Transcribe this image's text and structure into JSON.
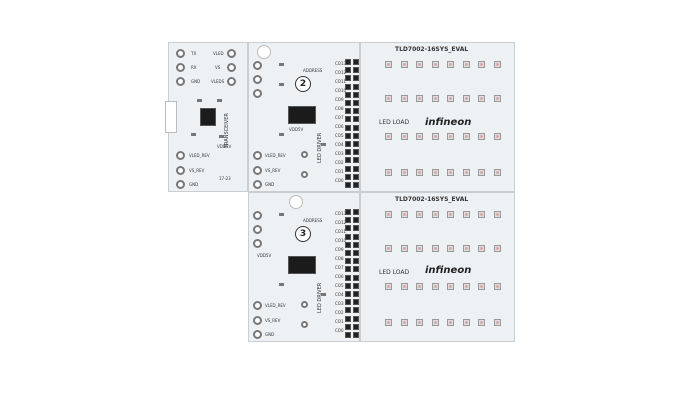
{
  "boards": {
    "adapter": {
      "labels": [
        "TRANSCEIVER",
        "VLED_REV",
        "VS_REV",
        "GND",
        "VDD5V",
        "TX",
        "RX",
        "GND",
        "VLED",
        "VS",
        "VLEDS"
      ],
      "revision": "17-23"
    },
    "driver_top": {
      "number": "2",
      "address_label": "ADDRESS",
      "led_driver_label": "LED DRIVER",
      "vdd_label": "VDD5V"
    },
    "driver_bottom": {
      "number": "3",
      "address_label": "ADDRESS",
      "led_driver_label": "LED DRIVER",
      "vdd_label": "VDD5V"
    },
    "load_top": {
      "title": "TLD7002-16SYS_EVAL",
      "led_load_label": "LED LOAD",
      "brand": "infineon"
    },
    "load_bottom": {
      "title": "TLD7002-16SYS_EVAL",
      "led_load_label": "LED LOAD",
      "brand": "infineon"
    },
    "channel_labels": [
      "CO13",
      "CO12",
      "CO11",
      "CO10",
      "CO9",
      "CO8",
      "CO7",
      "CO6",
      "CO5",
      "CO4",
      "CO3",
      "CO2",
      "CO1",
      "CO0"
    ],
    "side_labels": [
      "VLED_REV",
      "VS_REV",
      "GND"
    ]
  }
}
